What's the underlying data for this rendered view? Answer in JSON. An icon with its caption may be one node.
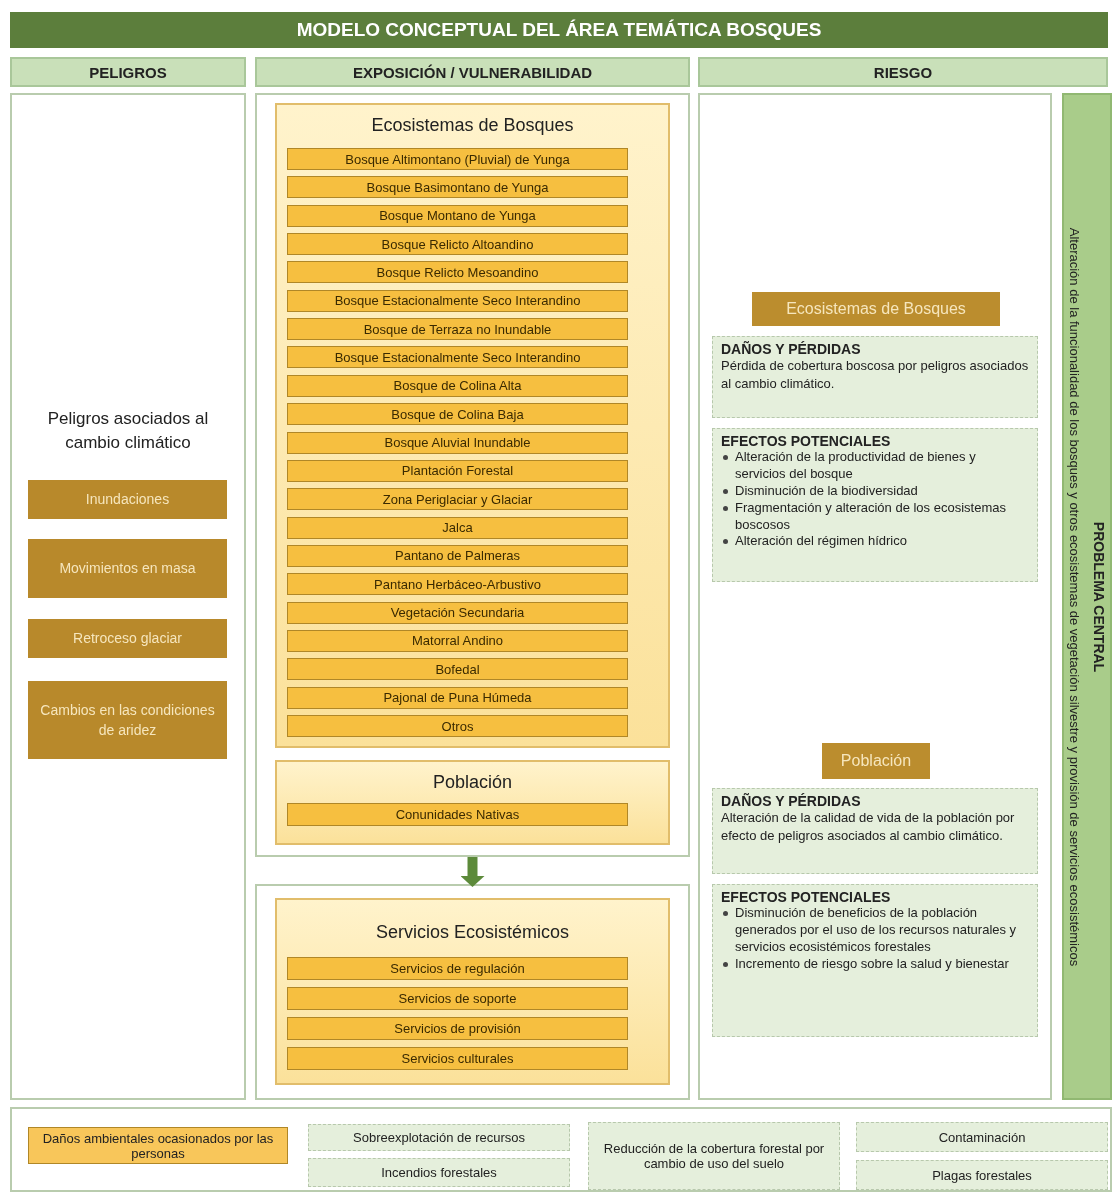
{
  "diagram": {
    "title": "MODELO CONCEPTUAL DEL ÁREA TEMÁTICA BOSQUES",
    "nodes": [
      {
        "text": [
          "PELIGROS"
        ]
      },
      {
        "text": [
          "EXPOSICIÓN / VULNERABILIDAD"
        ]
      },
      {
        "text": [
          "RIESGO"
        ]
      },
      {
        "text": [
          "Peligros asociados al cambio climático"
        ]
      },
      {
        "text": [
          "Inundaciones"
        ],
        "in": 3
      },
      {
        "text": [
          "Movimientos en masa"
        ],
        "in": 3
      },
      {
        "text": [
          "Retroceso glaciar"
        ],
        "in": 3
      },
      {
        "text": [
          "Cambios en las condiciones de aridez"
        ],
        "in": 3
      },
      {
        "text": [],
        "shape": "box"
      },
      {
        "text": [
          "Ecosistemas de Bosques"
        ],
        "in": 8
      },
      {
        "text": [
          "Bosque Altimontano (Pluvial) de Yunga"
        ],
        "in": 9
      },
      {
        "text": [
          "Bosque Basimontano de Yunga"
        ],
        "in": 9
      },
      {
        "text": [
          "Bosque Montano de Yunga"
        ],
        "in": 9
      },
      {
        "text": [
          "Bosque Relicto Altoandino"
        ],
        "in": 9
      },
      {
        "text": [
          "Bosque Relicto Mesoandino"
        ],
        "in": 9
      },
      {
        "text": [
          "Bosque Estacionalmente Seco Interandino"
        ],
        "in": 9
      },
      {
        "text": [
          "Bosque de Terraza no Inundable"
        ],
        "in": 9
      },
      {
        "text": [
          "Bosque Estacionalmente Seco Interandino"
        ],
        "in": 9
      },
      {
        "text": [
          "Bosque de Colina Alta"
        ],
        "in": 9
      },
      {
        "text": [
          "Bosque de Colina Baja"
        ],
        "in": 9
      },
      {
        "text": [
          "Bosque Aluvial Inundable"
        ],
        "in": 9
      },
      {
        "text": [
          "Plantación Forestal"
        ],
        "in": 9
      },
      {
        "text": [
          "Zona Periglaciar y Glaciar"
        ],
        "in": 9
      },
      {
        "text": [
          "Jalca"
        ],
        "in": 9
      },
      {
        "text": [
          "Pantano de Palmeras"
        ],
        "in": 9
      },
      {
        "text": [
          "Pantano Herbáceo-Arbustivo"
        ],
        "in": 9
      },
      {
        "text": [
          "Vegetación Secundaria"
        ],
        "in": 9
      },
      {
        "text": [
          "Matorral Andino"
        ],
        "in": 9
      },
      {
        "text": [
          "Bofedal"
        ],
        "in": 9
      },
      {
        "text": [
          "Pajonal de Puna Húmeda"
        ],
        "in": 9
      },
      {
        "text": [
          "Otros"
        ],
        "in": 9
      },
      {
        "text": [
          "Población"
        ],
        "in": 8
      },
      {
        "text": [
          "Conunidades Nativas"
        ],
        "in": 31
      },
      {
        "text": [],
        "shape": "box"
      },
      {
        "text": [
          "Servicios Ecosistémicos"
        ],
        "in": 33
      },
      {
        "text": [
          "Servicios de regulación"
        ],
        "in": 34
      },
      {
        "text": [
          "Servicios de soporte"
        ],
        "in": 34
      },
      {
        "text": [
          "Servicios de provisión"
        ],
        "in": 34
      },
      {
        "text": [
          "Servicios culturales"
        ],
        "in": 34
      },
      {
        "text": [],
        "shape": "box"
      },
      {
        "text": [
          "Ecosistemas de Bosques"
        ],
        "in": 39
      },
      {
        "text": [
          "DAÑOS Y PÉRDIDAS",
          "Pérdida de cobertura boscosa por peligros asociados al cambio climático."
        ],
        "in": 39
      },
      {
        "text": [
          "EFECTOS POTENCIALES",
          "Alteración de la productividad de bienes y servicios del bosque",
          "Disminución de la biodiversidad",
          "Fragmentación y alteración de los ecosistemas boscosos",
          "Alteración del régimen hídrico"
        ],
        "in": 39
      },
      {
        "text": [
          "Población"
        ],
        "in": 39
      },
      {
        "text": [
          "DAÑOS Y PÉRDIDAS",
          "Alteración de la calidad de vida de la población por efecto de peligros asociados al cambio climático."
        ],
        "in": 39
      },
      {
        "text": [
          "EFECTOS POTENCIALES",
          "Disminución de beneficios de la población generados por el uso de los recursos naturales y servicios ecosistémicos forestales",
          "Incremento de riesgo sobre la salud y bienestar"
        ],
        "in": 39
      },
      {
        "text": [
          "PROBLEMA CENTRAL",
          "Alteración de la funcionalidad de los bosques y otros ecosistemas de vegetación silvestre y provisión de servicios ecosistémicos"
        ]
      },
      {
        "text": [],
        "shape": "box"
      },
      {
        "text": [
          "Daños ambientales ocasionados por las personas"
        ],
        "in": 47
      },
      {
        "text": [
          "Sobreexplotación de recursos"
        ],
        "in": 47
      },
      {
        "text": [
          "Incendios forestales"
        ],
        "in": 47
      },
      {
        "text": [
          "Reducción de la cobertura forestal por cambio de uso del suelo"
        ],
        "in": 47
      },
      {
        "text": [
          "Contaminación"
        ],
        "in": 47
      },
      {
        "text": [
          "Plagas forestales"
        ],
        "in": 47
      }
    ],
    "edges": [
      {
        "from": 8,
        "to": 33,
        "arrow": "to"
      }
    ]
  }
}
